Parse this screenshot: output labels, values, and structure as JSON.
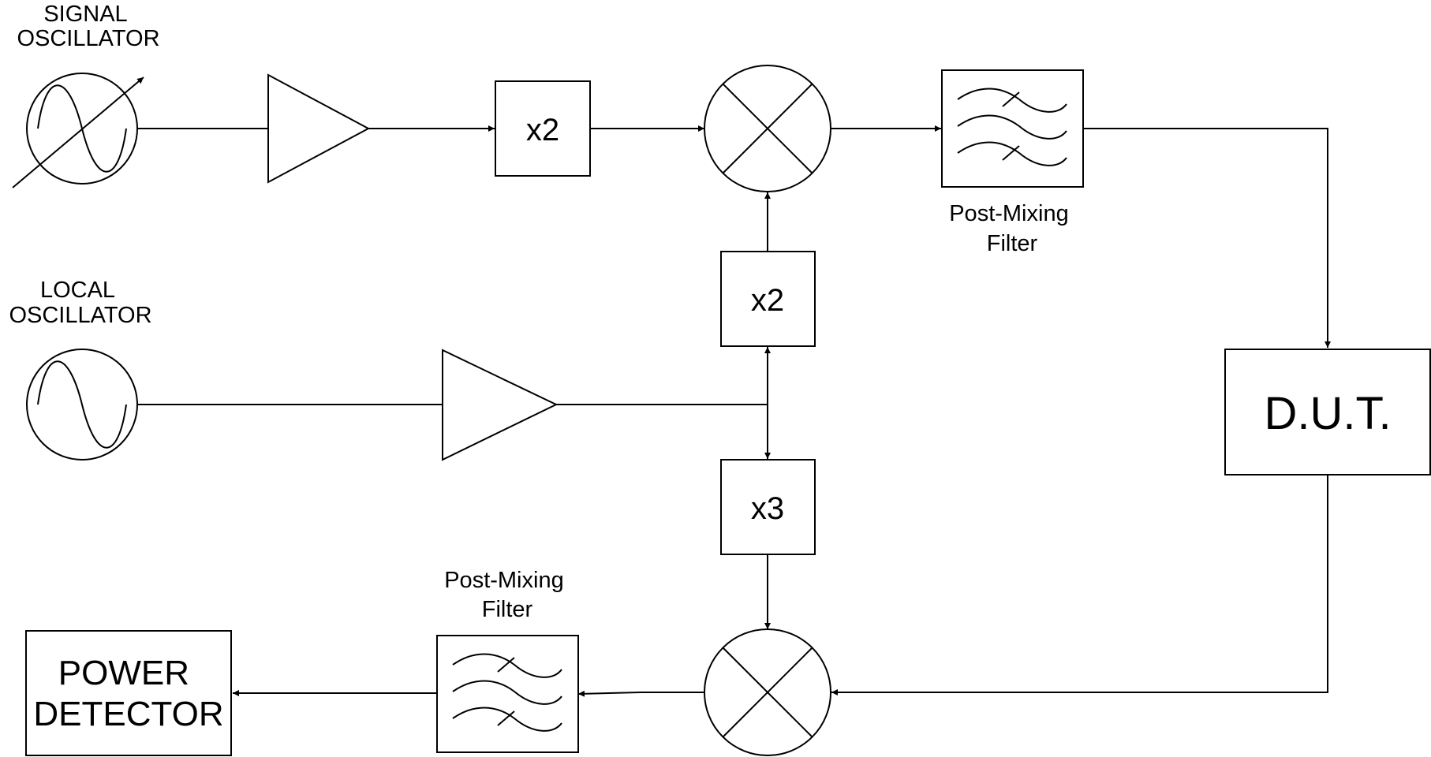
{
  "labels": {
    "signal_oscillator": [
      "SIGNAL",
      "OSCILLATOR"
    ],
    "local_oscillator": [
      "LOCAL",
      "OSCILLATOR"
    ],
    "post_filter_top": [
      "Post-Mixing",
      "Filter"
    ],
    "post_filter_bottom": [
      "Post-Mixing",
      "Filter"
    ],
    "multiplier_signal": "x2",
    "multiplier_lo_up": "x2",
    "multiplier_lo_down": "x3",
    "dut": "D.U.T.",
    "power_detector": [
      "POWER",
      "DETECTOR"
    ]
  },
  "icons": {
    "signal_oscillator": "tunable-sine-source-icon",
    "local_oscillator": "sine-source-icon",
    "amplifier": "amplifier-triangle-icon",
    "mixer": "mixer-x-circle-icon",
    "filter": "bandpass-filter-icon"
  }
}
